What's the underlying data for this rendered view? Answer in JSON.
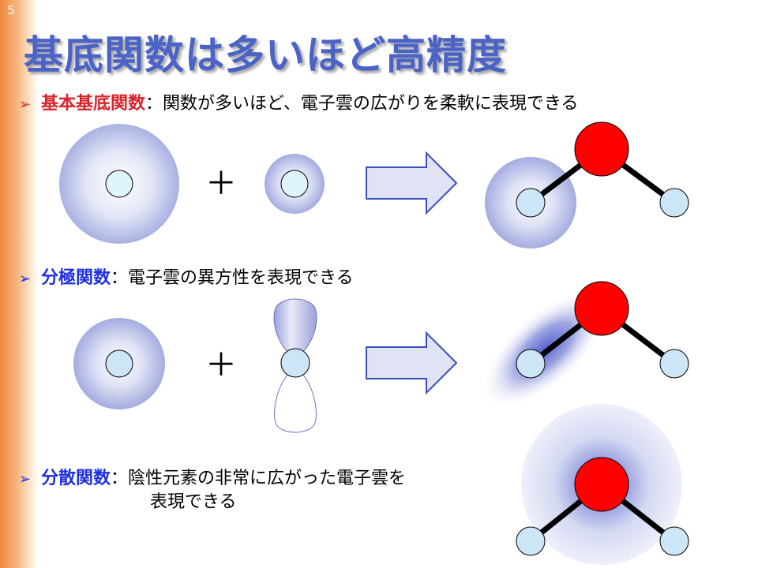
{
  "slide": {
    "page_number": "5",
    "title": "基底関数は多いほど高精度",
    "items": [
      {
        "bullet": "➢",
        "term": "基本基底関数",
        "separator": "：",
        "text": "関数が多いほど、電子雲の広がりを柔軟に表現できる"
      },
      {
        "bullet": "➢",
        "term": "分極関数",
        "separator": "：",
        "text": "電子雲の異方性を表現できる"
      },
      {
        "bullet": "➢",
        "term": "分散関数",
        "separator": "：",
        "text": "陰性元素の非常に広がった電子雲を",
        "text_line2": "表現できる"
      }
    ],
    "plus_sign": "＋"
  },
  "colors": {
    "title": "#4b63c6",
    "term_red": "#d9222a",
    "term_blue": "#1f2fe0",
    "oxygen": "#ff0000",
    "hydrogen": "#cde6f7",
    "cloud": "#9aa3dd",
    "arrow_fill": "#dfe3f3",
    "arrow_stroke": "#3b4fbf"
  }
}
